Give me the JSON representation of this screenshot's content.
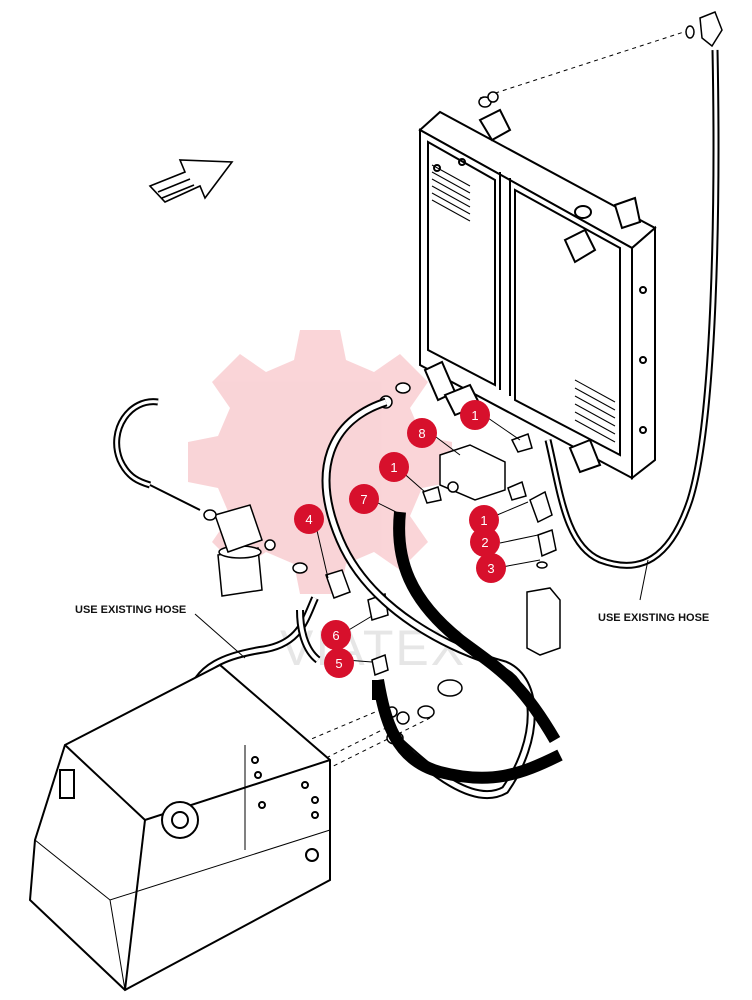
{
  "watermark": {
    "text": "VIATEX"
  },
  "notes": [
    {
      "id": "left",
      "text": "USE EXISTING HOSE"
    },
    {
      "id": "right",
      "text": "USE EXISTING HOSE"
    }
  ],
  "callouts": [
    {
      "id": "c1a",
      "label": "1"
    },
    {
      "id": "c8",
      "label": "8"
    },
    {
      "id": "c1b",
      "label": "1"
    },
    {
      "id": "c7",
      "label": "7"
    },
    {
      "id": "c1c",
      "label": "1"
    },
    {
      "id": "c2",
      "label": "2"
    },
    {
      "id": "c3",
      "label": "3"
    },
    {
      "id": "c4",
      "label": "4"
    },
    {
      "id": "c6",
      "label": "6"
    },
    {
      "id": "c5",
      "label": "5"
    }
  ],
  "colors": {
    "callout": "#d7102c",
    "line": "#000000",
    "watermark": "#e8424f"
  }
}
